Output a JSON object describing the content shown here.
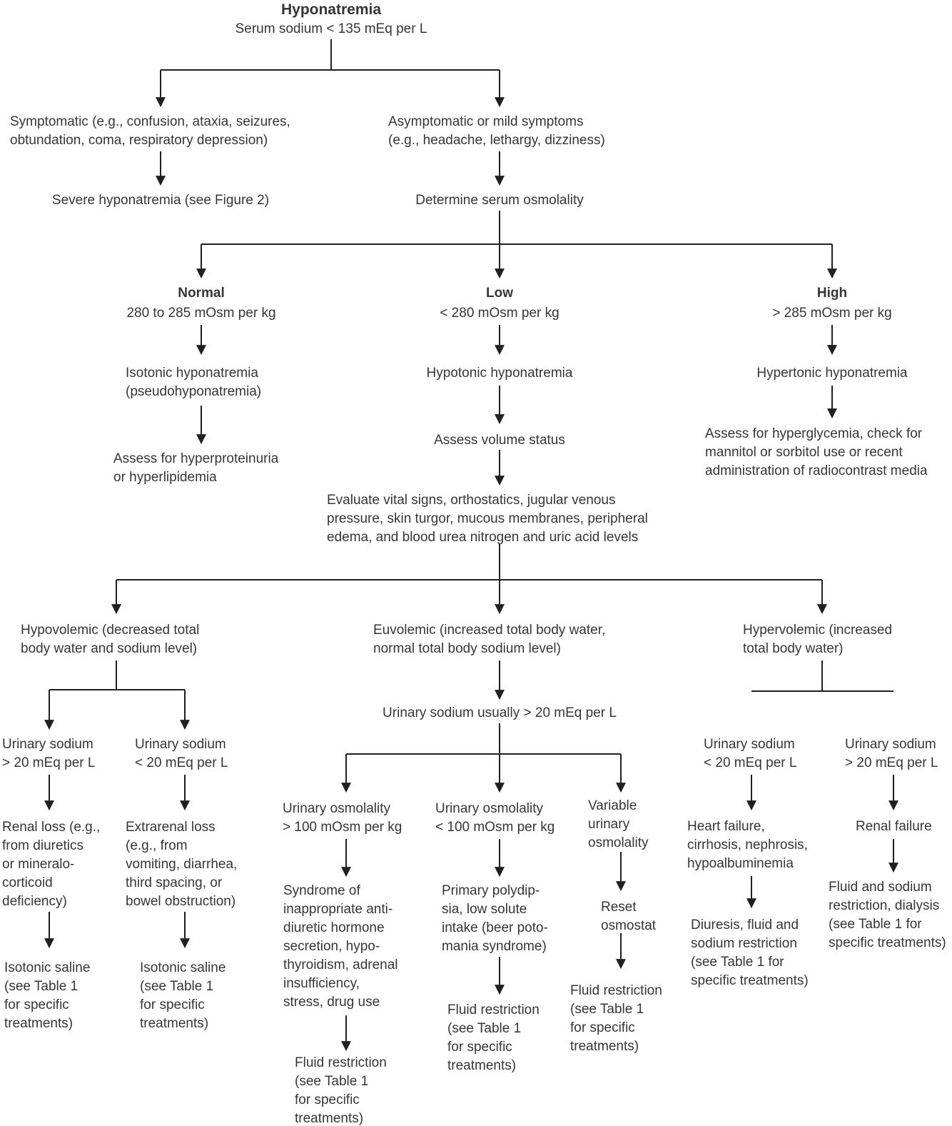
{
  "figure": {
    "kind": "clinical-algorithm-flowchart",
    "text_color": "#363636",
    "line_color": "#231f20",
    "background_color": "#ffffff"
  },
  "nodes": {
    "title": "Hyponatremia",
    "subtitle": "Serum sodium < 135 mEq per L",
    "symptomatic": "Symptomatic (e.g., confusion, ataxia, seizures,\nobtundation, coma, respiratory depression)",
    "severe": "Severe hyponatremia (see Figure 2)",
    "asymptomatic": "Asymptomatic or mild symptoms\n(e.g., headache, lethargy, dizziness)",
    "determine": "Determine serum osmolality",
    "normal_label": "Normal",
    "normal_range": "280 to 285 mOsm per kg",
    "low_label": "Low",
    "low_range": "< 280 mOsm per kg",
    "high_label": "High",
    "high_range": "> 285 mOsm per kg",
    "isotonic": "Isotonic hyponatremia\n(pseudohyponatremia)",
    "hypotonic": "Hypotonic hyponatremia",
    "hypertonic": "Hypertonic hyponatremia",
    "assess_protein": "Assess for hyperproteinuria\nor hyperlipidemia",
    "assess_volume": "Assess volume status",
    "assess_hyperglycemia": "Assess for hyperglycemia, check for\nmannitol or sorbitol use or recent\nadministration of radiocontrast media",
    "evaluate": "Evaluate vital signs, orthostatics, jugular venous\npressure, skin turgor, mucous membranes, peripheral\nedema, and blood urea nitrogen and uric acid levels",
    "hypovolemic": "Hypovolemic (decreased total\nbody water and sodium level)",
    "euvolemic": "Euvolemic (increased total body water,\nnormal total body sodium level)",
    "hypervolemic": "Hypervolemic (increased\ntotal body water)",
    "hypo_na_high": "Urinary sodium\n> 20 mEq per L",
    "hypo_na_low": "Urinary sodium\n< 20 mEq per L",
    "renal_loss": "Renal loss (e.g.,\nfrom diuretics\nor mineralo-\ncorticoid\ndeficiency)",
    "extrarenal_loss": "Extrarenal loss\n(e.g., from\nvomiting, diarrhea,\nthird spacing, or\nbowel obstruction)",
    "isotonic_saline_left": "Isotonic saline\n(see Table 1\nfor specific\ntreatments)",
    "isotonic_saline_right": "Isotonic saline\n(see Table 1\nfor specific\ntreatments)",
    "eu_urinary_na": "Urinary sodium usually > 20 mEq per L",
    "uosm_high": "Urinary osmolality\n> 100 mOsm per kg",
    "uosm_low": "Urinary osmolality\n< 100 mOsm per kg",
    "uosm_variable": "Variable\nurinary\nosmolality",
    "siadh": "Syndrome of\ninappropriate anti-\ndiuretic hormone\nsecretion, hypo-\nthyroidism, adrenal\ninsufficiency,\nstress, drug use",
    "polydipsia": "Primary polydip-\nsia, low solute\nintake (beer poto-\nmania syndrome)",
    "reset_osmostat": "Reset\nosmostat",
    "fluid_restriction_siadh": "Fluid restriction\n(see Table 1\nfor specific\ntreatments)",
    "fluid_restriction_polydipsia": "Fluid restriction\n(see Table 1\nfor specific\ntreatments)",
    "fluid_restriction_osmostat": "Fluid restriction\n(see Table 1\nfor specific\ntreatments)",
    "hyper_na_low": "Urinary sodium\n< 20 mEq per L",
    "hyper_na_high": "Urinary sodium\n> 20 mEq per L",
    "heart_failure": "Heart failure,\ncirrhosis, nephrosis,\nhypoalbuminemia",
    "renal_failure": "Renal failure",
    "diuresis": "Diuresis, fluid and\nsodium restriction\n(see Table 1 for\nspecific treatments)",
    "fluid_sodium_restriction": "Fluid and sodium\nrestriction, dialysis\n(see Table 1 for\nspecific treatments)"
  }
}
